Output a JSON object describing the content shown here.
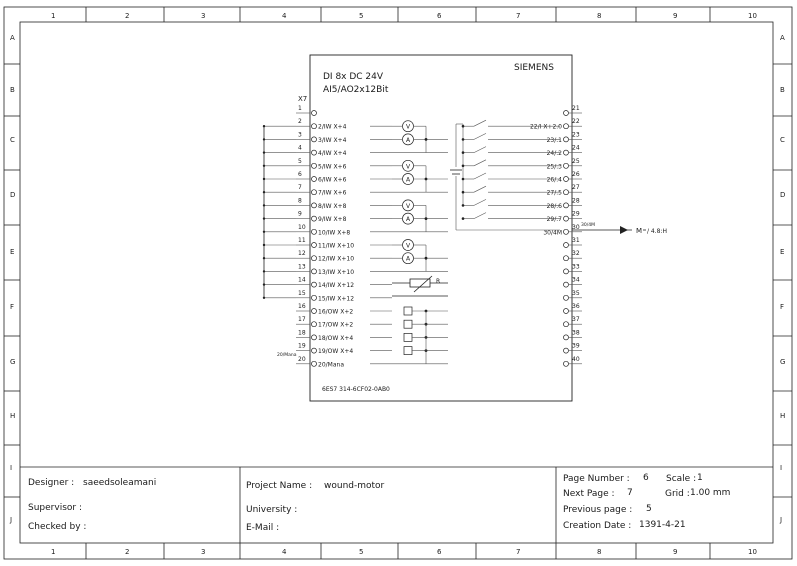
{
  "grid": {
    "columns": [
      "1",
      "2",
      "3",
      "4",
      "5",
      "6",
      "7",
      "8",
      "9",
      "10"
    ],
    "rows": [
      "A",
      "B",
      "C",
      "D",
      "E",
      "F",
      "G",
      "H",
      "I",
      "J"
    ]
  },
  "module": {
    "brand": "SIEMENS",
    "line1": "DI 8x DC 24V",
    "line2": "AI5/AO2x12Bit",
    "connector": "X7",
    "order_number": "6ES7 314-6CF02-0AB0",
    "left_terminals": [
      {
        "num": "1",
        "label": ""
      },
      {
        "num": "2",
        "label": "2/IW X+4"
      },
      {
        "num": "3",
        "label": "3/IW X+4"
      },
      {
        "num": "4",
        "label": "4/IW X+4"
      },
      {
        "num": "5",
        "label": "5/IW X+6"
      },
      {
        "num": "6",
        "label": "6/IW X+6"
      },
      {
        "num": "7",
        "label": "7/IW X+6"
      },
      {
        "num": "8",
        "label": "8/IW X+8"
      },
      {
        "num": "9",
        "label": "9/IW X+8"
      },
      {
        "num": "10",
        "label": "10/IW X+8"
      },
      {
        "num": "11",
        "label": "11/IW X+10"
      },
      {
        "num": "12",
        "label": "12/IW X+10"
      },
      {
        "num": "13",
        "label": "13/IW X+10"
      },
      {
        "num": "14",
        "label": "14/IW X+12"
      },
      {
        "num": "15",
        "label": "15/IW X+12"
      },
      {
        "num": "16",
        "label": "16/OW X+2"
      },
      {
        "num": "17",
        "label": "17/OW X+2"
      },
      {
        "num": "18",
        "label": "18/OW X+4"
      },
      {
        "num": "19",
        "label": "19/OW X+4"
      },
      {
        "num": "20",
        "label": "20/Mana"
      }
    ],
    "right_terminals": [
      {
        "num": "21",
        "label": ""
      },
      {
        "num": "22",
        "label": "22/I X+2.0"
      },
      {
        "num": "23",
        "label": "23/.1"
      },
      {
        "num": "24",
        "label": "24/.2"
      },
      {
        "num": "25",
        "label": "25/.3"
      },
      {
        "num": "26",
        "label": "26/.4"
      },
      {
        "num": "27",
        "label": "27/.5"
      },
      {
        "num": "28",
        "label": "28/.6"
      },
      {
        "num": "29",
        "label": "29/.7"
      },
      {
        "num": "30",
        "label": "30/4M"
      },
      {
        "num": "31",
        "label": ""
      },
      {
        "num": "32",
        "label": ""
      },
      {
        "num": "33",
        "label": ""
      },
      {
        "num": "34",
        "label": ""
      },
      {
        "num": "35",
        "label": ""
      },
      {
        "num": "36",
        "label": ""
      },
      {
        "num": "37",
        "label": ""
      },
      {
        "num": "38",
        "label": ""
      },
      {
        "num": "39",
        "label": ""
      },
      {
        "num": "40",
        "label": ""
      }
    ],
    "meter_v": "V",
    "meter_a": "A",
    "resistor_label": "R",
    "pin20_note": "20/Mana",
    "pin30_note": "30/4M",
    "m_label": "M",
    "m_ref": "/ 4.8:H"
  },
  "title_block": {
    "designer_label": "Designer :",
    "designer_value": "saeedsoleamani",
    "supervisor_label": "Supervisor :",
    "checked_label": "Checked by :",
    "project_label": "Project Name :",
    "project_value": "wound-motor",
    "university_label": "University :",
    "email_label": "E-Mail :",
    "page_number_label": "Page Number :",
    "page_number_value": "6",
    "scale_label": "Scale :",
    "scale_value": "1",
    "next_page_label": "Next Page :",
    "next_page_value": "7",
    "grid_label": "Grid :",
    "grid_value": "1.00 mm",
    "previous_page_label": "Previous page :",
    "previous_page_value": "5",
    "creation_date_label": "Creation Date :",
    "creation_date_value": "1391-4-21"
  }
}
